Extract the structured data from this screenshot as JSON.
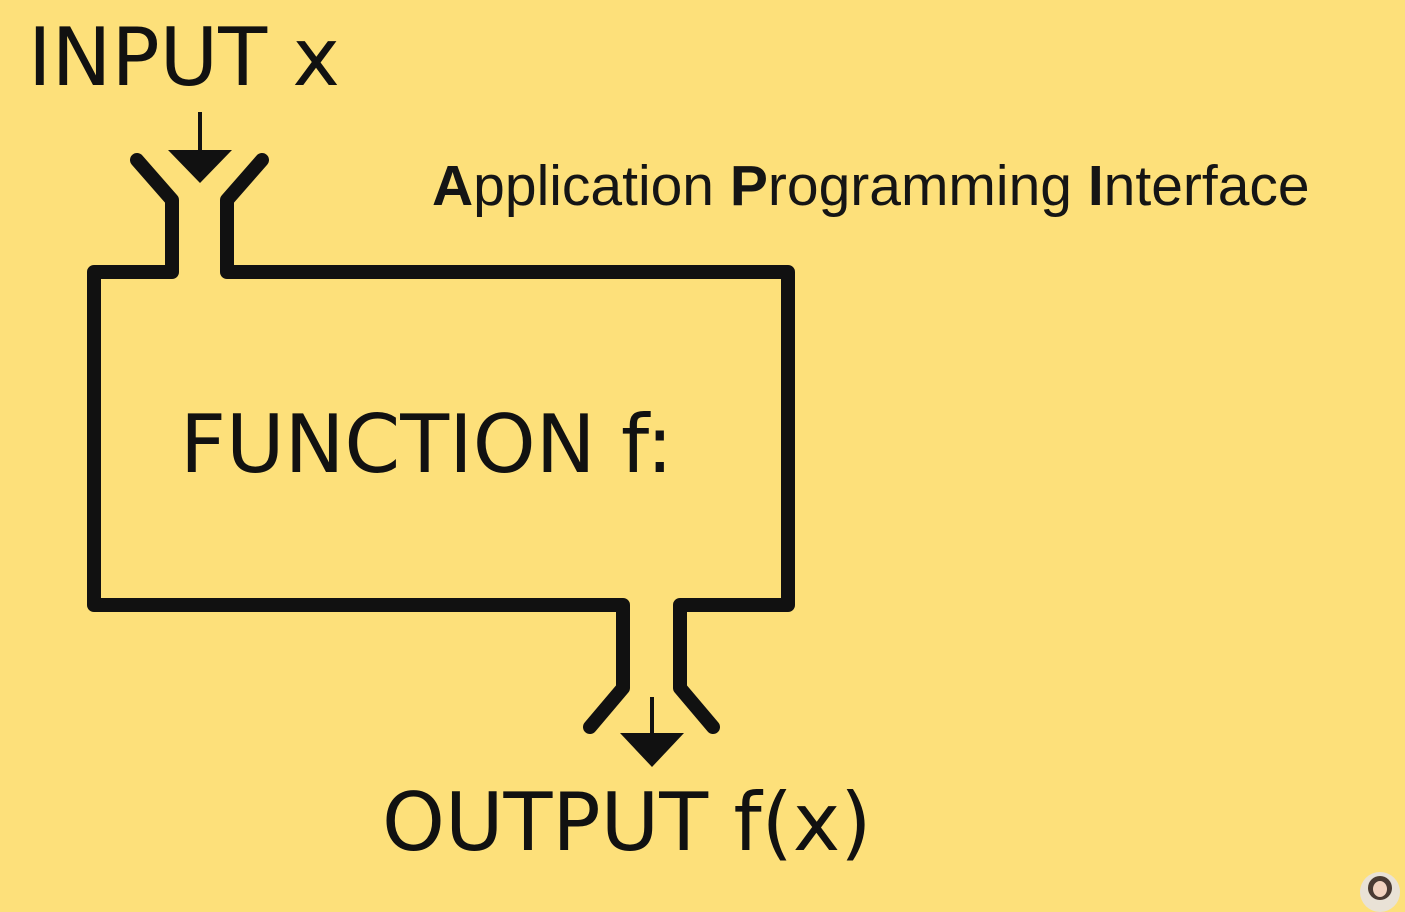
{
  "labels": {
    "input": "INPUT x",
    "function": "FUNCTION f:",
    "output": "OUTPUT f(x)"
  },
  "title": {
    "words": [
      {
        "initial": "A",
        "rest": "pplication"
      },
      {
        "initial": "P",
        "rest": "rogramming"
      },
      {
        "initial": "I",
        "rest": "nterface"
      }
    ]
  },
  "colors": {
    "background": "#fde07a",
    "stroke": "#111111"
  },
  "icons": {
    "input_arrow": "arrow-down-icon",
    "output_arrow": "arrow-down-icon",
    "presenter": "avatar-icon"
  }
}
